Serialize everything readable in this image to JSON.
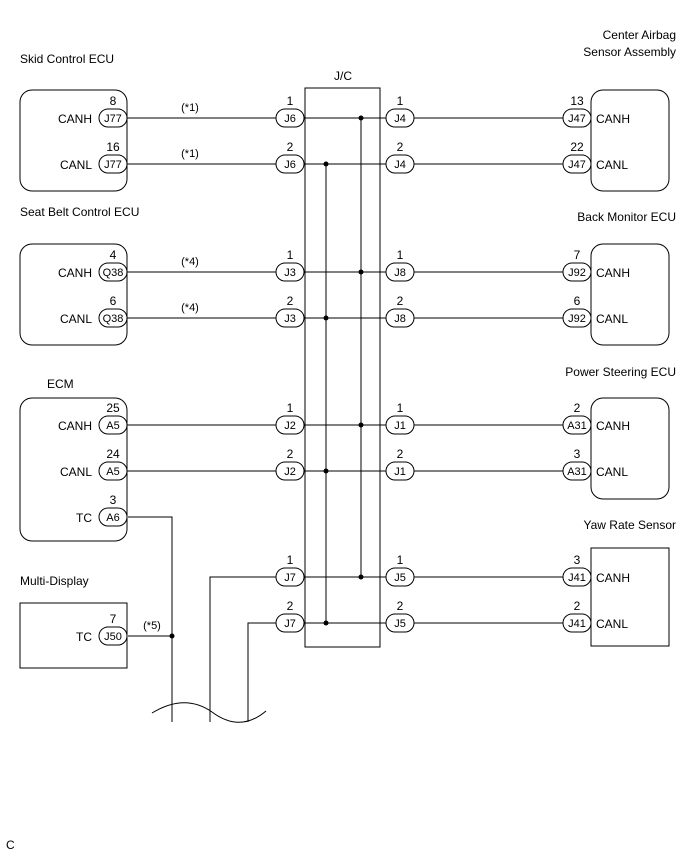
{
  "jc_label": "J/C",
  "footer_code": "C",
  "left_components": [
    {
      "name": "Skid Control ECU",
      "rows": [
        {
          "signal": "CANH",
          "connector": "J77",
          "pin": "8",
          "note": "(*1)"
        },
        {
          "signal": "CANL",
          "connector": "J77",
          "pin": "16",
          "note": "(*1)"
        }
      ]
    },
    {
      "name": "Seat Belt Control ECU",
      "rows": [
        {
          "signal": "CANH",
          "connector": "Q38",
          "pin": "4",
          "note": "(*4)"
        },
        {
          "signal": "CANL",
          "connector": "Q38",
          "pin": "6",
          "note": "(*4)"
        }
      ]
    },
    {
      "name": "ECM",
      "rows": [
        {
          "signal": "CANH",
          "connector": "A5",
          "pin": "25",
          "note": ""
        },
        {
          "signal": "CANL",
          "connector": "A5",
          "pin": "24",
          "note": ""
        },
        {
          "signal": "TC",
          "connector": "A6",
          "pin": "3",
          "note": ""
        }
      ]
    },
    {
      "name": "Multi-Display",
      "rows": [
        {
          "signal": "TC",
          "connector": "J50",
          "pin": "7",
          "note": "(*5)"
        }
      ]
    }
  ],
  "right_components": [
    {
      "name_lines": [
        "Center Airbag",
        "Sensor Assembly"
      ],
      "rows": [
        {
          "signal": "CANH",
          "connector": "J47",
          "pin": "13"
        },
        {
          "signal": "CANL",
          "connector": "J47",
          "pin": "22"
        }
      ]
    },
    {
      "name_lines": [
        "Back Monitor ECU"
      ],
      "rows": [
        {
          "signal": "CANH",
          "connector": "J92",
          "pin": "7"
        },
        {
          "signal": "CANL",
          "connector": "J92",
          "pin": "6"
        }
      ]
    },
    {
      "name_lines": [
        "Power Steering ECU"
      ],
      "rows": [
        {
          "signal": "CANH",
          "connector": "A31",
          "pin": "2"
        },
        {
          "signal": "CANL",
          "connector": "A31",
          "pin": "3"
        }
      ]
    },
    {
      "name_lines": [
        "Yaw Rate Sensor"
      ],
      "rows": [
        {
          "signal": "CANH",
          "connector": "J41",
          "pin": "3"
        },
        {
          "signal": "CANL",
          "connector": "J41",
          "pin": "2"
        }
      ]
    }
  ],
  "jc_left_connectors": [
    {
      "connector": "J6",
      "pin": "1"
    },
    {
      "connector": "J6",
      "pin": "2"
    },
    {
      "connector": "J3",
      "pin": "1"
    },
    {
      "connector": "J3",
      "pin": "2"
    },
    {
      "connector": "J2",
      "pin": "1"
    },
    {
      "connector": "J2",
      "pin": "2"
    },
    {
      "connector": "J7",
      "pin": "1"
    },
    {
      "connector": "J7",
      "pin": "2"
    }
  ],
  "jc_right_connectors": [
    {
      "connector": "J4",
      "pin": "1"
    },
    {
      "connector": "J4",
      "pin": "2"
    },
    {
      "connector": "J8",
      "pin": "1"
    },
    {
      "connector": "J8",
      "pin": "2"
    },
    {
      "connector": "J1",
      "pin": "1"
    },
    {
      "connector": "J1",
      "pin": "2"
    },
    {
      "connector": "J5",
      "pin": "1"
    },
    {
      "connector": "J5",
      "pin": "2"
    }
  ]
}
